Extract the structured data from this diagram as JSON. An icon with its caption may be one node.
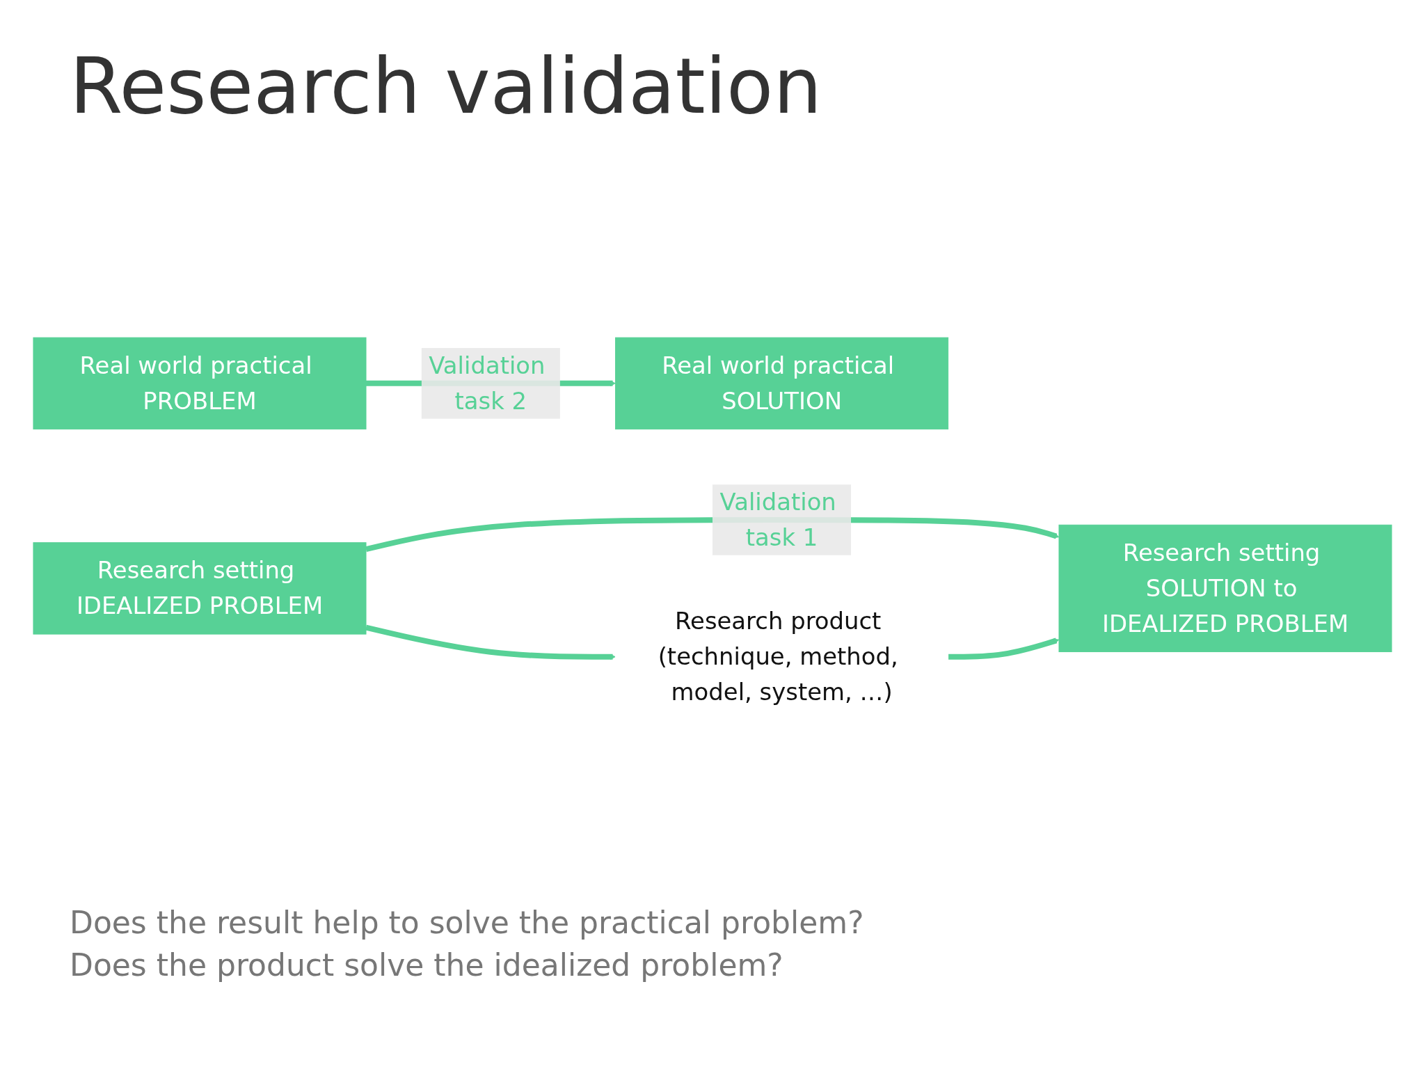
{
  "diagram": {
    "title": "Research validation",
    "nodes": [
      {
        "text": [
          "Real world practical PROBLEM"
        ]
      },
      {
        "text": [
          "Real world practical SOLUTION"
        ]
      },
      {
        "text": [
          "Research setting IDEALIZED PROBLEM"
        ]
      },
      {
        "text": [
          "Research setting SOLUTION to IDEALIZED PROBLEM"
        ]
      },
      {
        "text": [
          "Research product (technique, method, model, system, …)"
        ]
      }
    ],
    "edges": [
      {
        "from": 0,
        "to": 1,
        "arrow": "to",
        "label": "Validation task 2"
      },
      {
        "from": 2,
        "to": 3,
        "arrow": "to",
        "label": "Validation task 1"
      },
      {
        "from": 2,
        "to": 4,
        "arrow": "to"
      },
      {
        "from": 4,
        "to": 3,
        "arrow": "to"
      }
    ],
    "labels": [
      "Does the result help to solve the practical problem?",
      "Does the product solve the idealized problem?"
    ]
  }
}
